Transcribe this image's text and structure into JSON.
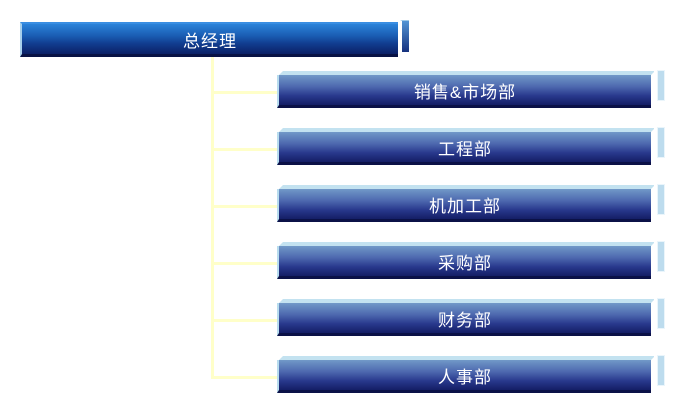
{
  "org_chart": {
    "type": "org-chart",
    "root": {
      "label": "总经理"
    },
    "departments": [
      {
        "label": "销售&市场部"
      },
      {
        "label": "工程部"
      },
      {
        "label": "机加工部"
      },
      {
        "label": "采购部"
      },
      {
        "label": "财务部"
      },
      {
        "label": "人事部"
      }
    ],
    "colors": {
      "root_bar_gradient_top": "#2b83da",
      "root_bar_gradient_bottom": "#0b2066",
      "department_bar_gradient_top": "#7199c8",
      "department_bar_gradient_bottom": "#141e66",
      "bar_bottom_border": "#0b1147",
      "bar_highlight_edge": "#c3e2f0",
      "connector_line": "#ffffc9",
      "label_text": "#ffffff",
      "background": "#ffffff"
    }
  }
}
